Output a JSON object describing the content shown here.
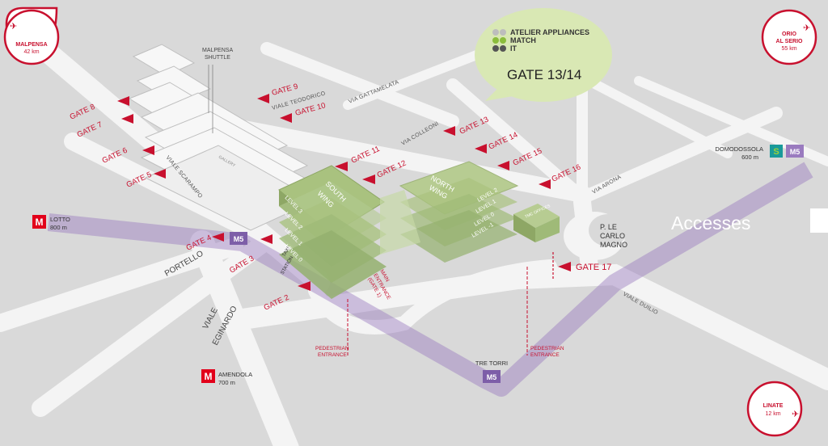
{
  "map_title": "Accesses",
  "event": {
    "line1": "ATELIER APPLIANCES",
    "line2": "MATCH",
    "line3": "IT",
    "gate": "GATE 13/14"
  },
  "airports": {
    "malpensa": {
      "name": "MALPENSA",
      "distance": "42 km"
    },
    "orio": {
      "name1": "ORIO",
      "name2": "AL SERIO",
      "distance": "55 km"
    },
    "linate": {
      "name": "LINATE",
      "distance": "12 km"
    }
  },
  "metro": {
    "lotto": {
      "name": "LOTTO",
      "distance": "800 m",
      "icon": "M"
    },
    "amendola": {
      "name": "AMENDOLA",
      "distance": "700 m",
      "icon": "M"
    },
    "domodossola": {
      "name": "DOMODOSSOLA",
      "distance": "600 m",
      "s_icon": "S",
      "line": "M5"
    },
    "tre_torri": {
      "name": "TRE TORRI",
      "line": "M5"
    },
    "portello_line": "M5"
  },
  "streets": {
    "viale_teodorico": "VIALE TEODORICO",
    "via_gattamelata": "VIA GATTAMELATA",
    "via_colleoni": "VIA COLLEONI",
    "via_arona": "VIA ARONA",
    "viale_scarampo": "VIALE SCARAMPO",
    "portello": "PORTELLO",
    "viale_eginardo_1": "VIALE",
    "viale_eginardo_2": "EGINARDO",
    "viale_duilio": "VIALE DUILIO",
    "piazza_1": "P. LE",
    "piazza_2": "CARLO",
    "piazza_3": "MAGNO"
  },
  "labels": {
    "malpensa_shuttle_1": "MALPENSA",
    "malpensa_shuttle_2": "SHUTTLE",
    "taxi_1": "TAXI",
    "taxi_2": "STATION",
    "main_entrance_1": "MAIN",
    "main_entrance_2": "ENTRANCE",
    "main_entrance_3": "(GATE 1)",
    "pedestrian_1": "PEDESTRIAN",
    "pedestrian_2": "ENTRANCE",
    "pedestrian_b1": "PEDESTRIAN",
    "pedestrian_b2": "ENTRANCE",
    "gallery": "GALLERY",
    "offices": "TMC OFFICES"
  },
  "buildings": {
    "south_wing_1": "SOUTH",
    "south_wing_2": "WING",
    "north_wing_1": "NORTH",
    "north_wing_2": "WING",
    "south_levels": [
      "LEVEL 3",
      "LEVEL 2",
      "LEVEL 1",
      "LEVEL 0"
    ],
    "north_levels": [
      "LEVEL 2",
      "LEVEL 1",
      "LEVEL 0",
      "LEVEL -1"
    ]
  },
  "gates": {
    "g2": "GATE 2",
    "g3": "GATE 3",
    "g4": "GATE 4",
    "g5": "GATE 5",
    "g6": "GATE 6",
    "g7": "GATE 7",
    "g8": "GATE 8",
    "g9": "GATE 9",
    "g10": "GATE 10",
    "g11": "GATE 11",
    "g12": "GATE 12",
    "g13": "GATE 13",
    "g14": "GATE 14",
    "g15": "GATE 15",
    "g16": "GATE 16",
    "g17": "GATE 17"
  },
  "colors": {
    "background": "#d8d8d8",
    "road": "#ffffff",
    "accent_red": "#c8102e",
    "metro_purple": "#9a7bbf",
    "building_green": "#9fba78",
    "bubble_green": "#d9e8b4"
  }
}
